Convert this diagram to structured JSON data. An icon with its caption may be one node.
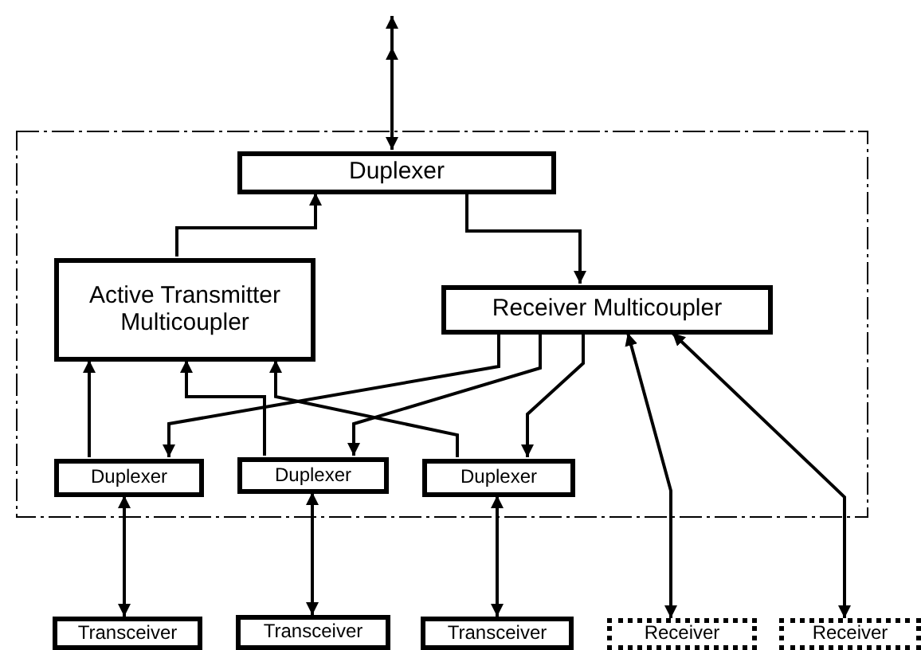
{
  "diagram": {
    "nodes": [
      {
        "text": [],
        "shape": "box"
      },
      {
        "text": [
          "Duplexer"
        ],
        "in": 0
      },
      {
        "text": [
          "Active Transmitter Multicoupler"
        ],
        "in": 0
      },
      {
        "text": [
          "Receiver Multicoupler"
        ],
        "in": 0
      },
      {
        "text": [
          "Duplexer"
        ],
        "in": 0
      },
      {
        "text": [
          "Duplexer"
        ],
        "in": 0
      },
      {
        "text": [
          "Duplexer"
        ],
        "in": 0
      },
      {
        "text": [
          "Transceiver"
        ]
      },
      {
        "text": [
          "Transceiver"
        ]
      },
      {
        "text": [
          "Transceiver"
        ]
      },
      {
        "text": [
          "Receiver"
        ]
      },
      {
        "text": [
          "Receiver"
        ]
      }
    ],
    "edges": [
      {
        "from": null,
        "to": 1,
        "arrow": "both"
      },
      {
        "from": 2,
        "to": 1,
        "arrow": "to"
      },
      {
        "from": 1,
        "to": 3,
        "arrow": "to"
      },
      {
        "from": 4,
        "to": 2,
        "arrow": "to"
      },
      {
        "from": 5,
        "to": 2,
        "arrow": "to"
      },
      {
        "from": 6,
        "to": 2,
        "arrow": "to"
      },
      {
        "from": 3,
        "to": 4,
        "arrow": "to"
      },
      {
        "from": 3,
        "to": 5,
        "arrow": "to"
      },
      {
        "from": 3,
        "to": 6,
        "arrow": "to"
      },
      {
        "from": 3,
        "to": 10,
        "arrow": "both"
      },
      {
        "from": 3,
        "to": 11,
        "arrow": "both"
      },
      {
        "from": 4,
        "to": 7,
        "arrow": "both"
      },
      {
        "from": 5,
        "to": 8,
        "arrow": "both"
      },
      {
        "from": 6,
        "to": 9,
        "arrow": "both"
      }
    ]
  }
}
